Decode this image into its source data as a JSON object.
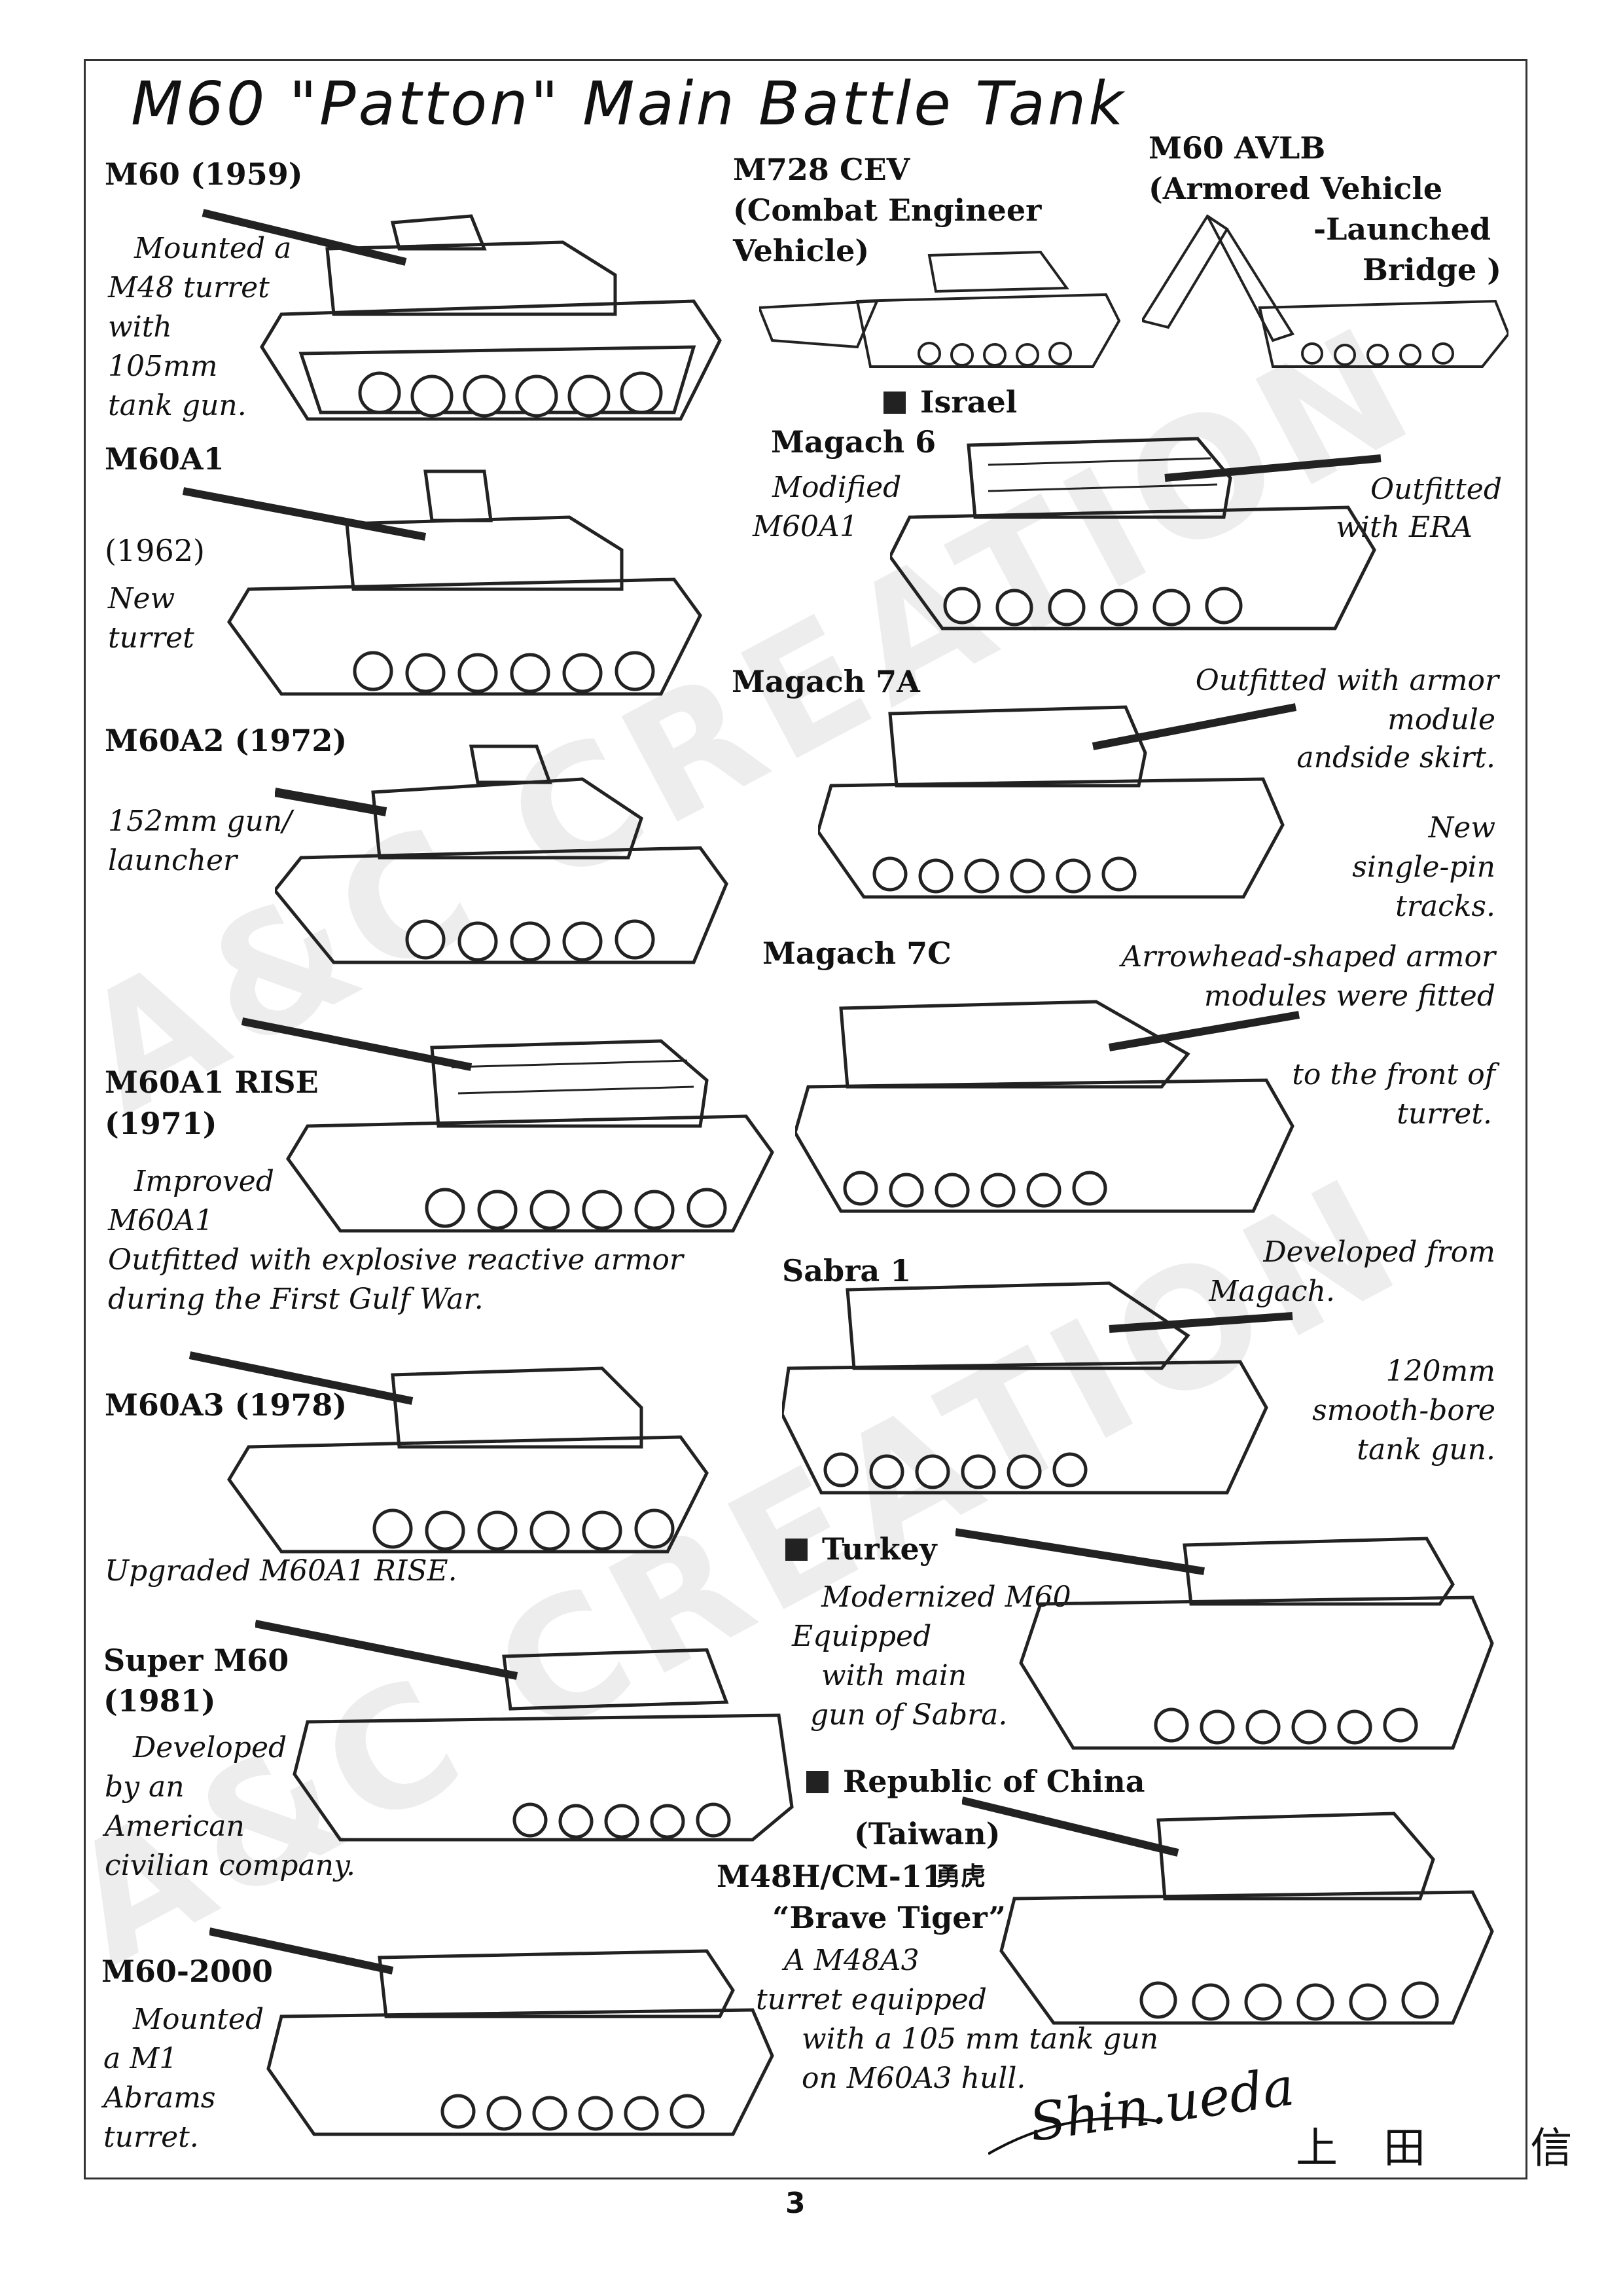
{
  "title": "M60 \"Patton\" Main Battle Tank",
  "watermark": "A&C CREATION",
  "page_number": "3",
  "kanji_name": "上田 信",
  "signature": "Shin.ueda",
  "left": {
    "m60": {
      "label": "M60  (1959)",
      "desc": [
        "Mounted a",
        "M48 turret",
        "with",
        "105mm",
        "tank gun."
      ]
    },
    "m60a1": {
      "label": "M60A1",
      "year": "(1962)",
      "desc": [
        "New",
        "turret"
      ]
    },
    "m60a2": {
      "label": "M60A2 (1972)",
      "desc": [
        "152mm gun/",
        "launcher"
      ]
    },
    "m60a1rise": {
      "label": "M60A1 RISE",
      "year": "(1971)",
      "desc": [
        "Improved",
        "M60A1",
        "Outfitted with explosive reactive armor",
        "during the First Gulf War."
      ]
    },
    "m60a3": {
      "label": "M60A3 (1978)",
      "desc": "Upgraded M60A1 RISE."
    },
    "superm60": {
      "label": "Super M60",
      "year": "(1981)",
      "desc": [
        "Developed",
        "by an",
        "American",
        "civilian company."
      ]
    },
    "m602000": {
      "label": "M60-2000",
      "desc": [
        "Mounted",
        "a M1",
        "Abrams",
        "turret."
      ]
    }
  },
  "right": {
    "cev": {
      "label": [
        "M728 CEV",
        "(Combat Engineer",
        "Vehicle)"
      ]
    },
    "avlb": {
      "label": [
        "M60 AVLB",
        "(Armored Vehicle",
        "-Launched",
        "Bridge )"
      ]
    },
    "israel": "Israel",
    "magach6": {
      "label": "Magach 6",
      "desc": [
        "Modified",
        "M60A1"
      ],
      "note": [
        "Outfitted",
        "with ERA"
      ]
    },
    "magach7a": {
      "label": "Magach 7A",
      "note": [
        "Outfitted with armor",
        "module",
        "andside skirt."
      ],
      "note2": [
        "New",
        "single-pin",
        "tracks."
      ]
    },
    "magach7c": {
      "label": "Magach 7C",
      "note": [
        "Arrowhead-shaped armor",
        "modules were fitted"
      ],
      "note2": [
        "to the front of",
        "turret."
      ]
    },
    "sabra": {
      "label": "Sabra 1",
      "note": [
        "Developed from",
        "Magach."
      ],
      "note2": [
        "120mm",
        "smooth-bore",
        "tank gun."
      ]
    },
    "turkey": {
      "label": "Turkey",
      "desc": [
        "Modernized M60",
        "Equipped",
        "with main",
        "gun of Sabra."
      ]
    },
    "roc": {
      "label": "Republic of China",
      "sub": "(Taiwan)",
      "model": "M48H/CM-11",
      "model_cn": "勇虎",
      "name": "“Brave Tiger”",
      "desc": [
        "A M48A3",
        "turret equipped",
        "with a 105 mm tank gun",
        "on M60A3 hull."
      ]
    }
  }
}
